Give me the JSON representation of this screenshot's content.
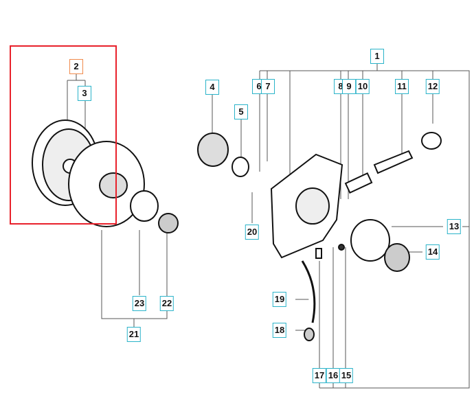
{
  "diagram": {
    "callouts": [
      "1",
      "2",
      "3",
      "4",
      "5",
      "6",
      "7",
      "8",
      "9",
      "10",
      "11",
      "12",
      "13",
      "14",
      "15",
      "16",
      "17",
      "18",
      "19",
      "20",
      "21",
      "22",
      "23"
    ],
    "highlighted_callout": "2",
    "colors": {
      "callout_border": "#29b3c9",
      "highlight_border": "#f08a4b",
      "selection_box": "#e8202a"
    }
  }
}
